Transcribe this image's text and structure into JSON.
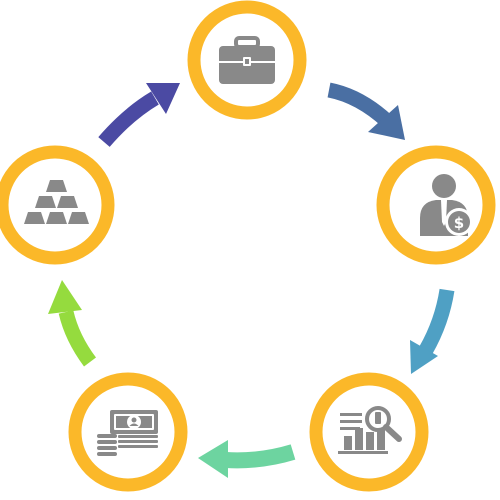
{
  "diagram": {
    "ring_color": "#FBB829",
    "icon_color": "#898989",
    "accent_white": "#ffffff",
    "nodes": [
      {
        "id": "briefcase",
        "icon": "briefcase-icon"
      },
      {
        "id": "investor",
        "icon": "businessman-dollar-icon"
      },
      {
        "id": "analytics",
        "icon": "chart-magnifier-icon"
      },
      {
        "id": "cash",
        "icon": "cash-coins-icon"
      },
      {
        "id": "gold",
        "icon": "gold-bars-icon"
      }
    ],
    "arrows": [
      {
        "from": "briefcase",
        "to": "investor",
        "color": "#4A6FA3"
      },
      {
        "from": "investor",
        "to": "analytics",
        "color": "#4FA0C4"
      },
      {
        "from": "analytics",
        "to": "cash",
        "color": "#6DD4A0"
      },
      {
        "from": "cash",
        "to": "gold",
        "color": "#95DB3E"
      },
      {
        "from": "gold",
        "to": "briefcase",
        "color": "#4B4AA3"
      }
    ]
  }
}
